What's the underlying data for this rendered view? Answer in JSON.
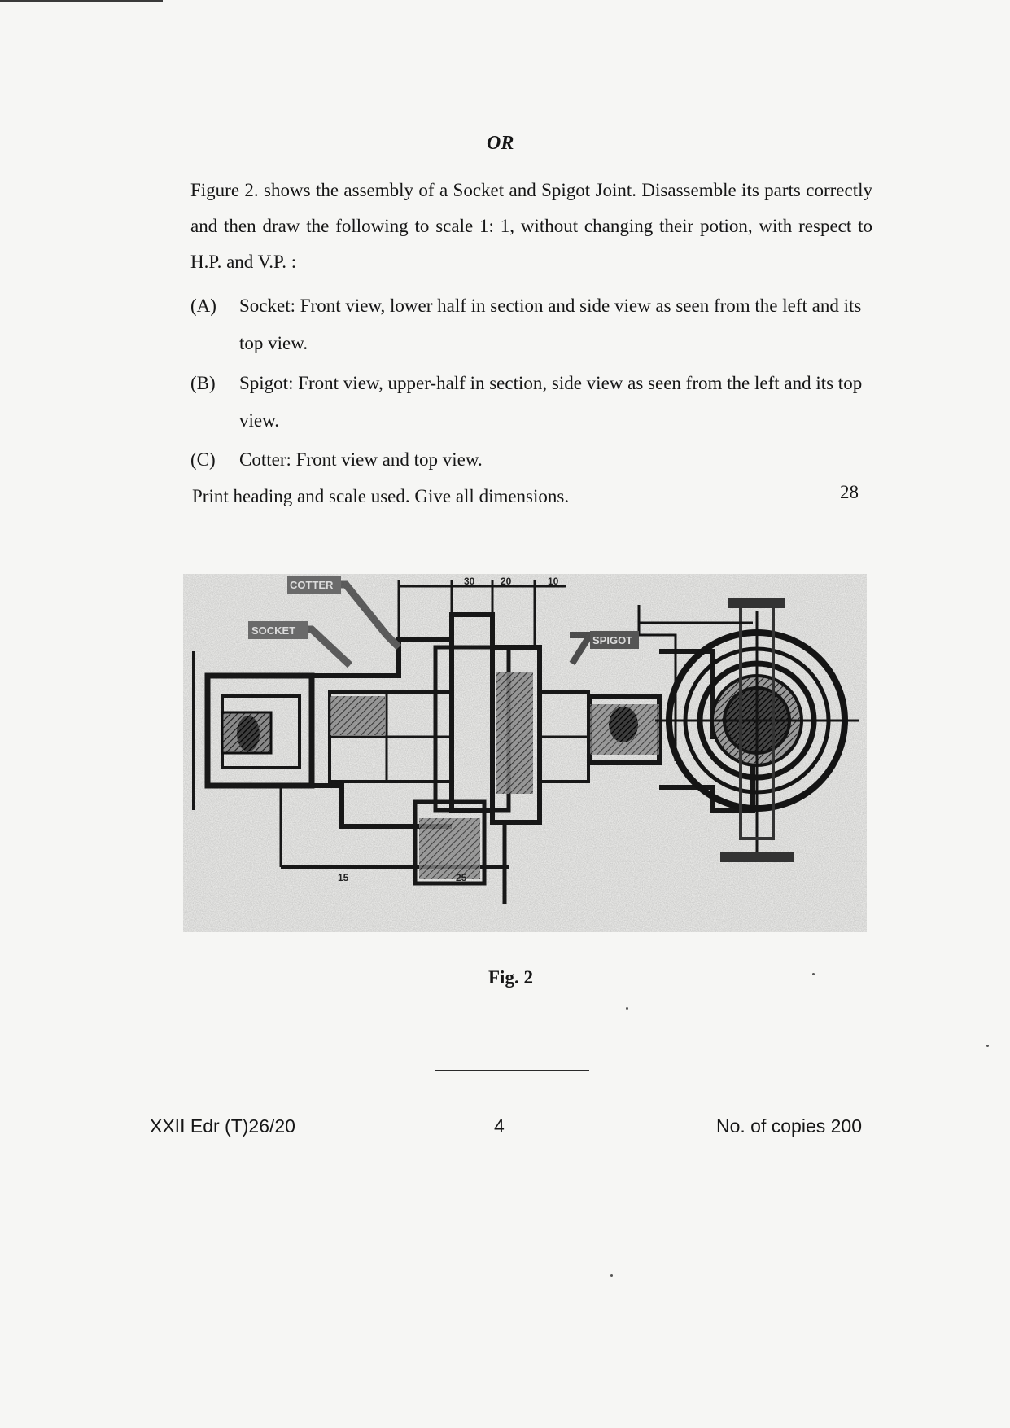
{
  "heading": "OR",
  "question": {
    "intro": "Figure 2. shows the assembly of a Socket and Spigot Joint. Disassemble its parts correctly and then draw the following to scale 1: 1, without changing their potion, with respect to H.P. and V.P. :",
    "items": [
      {
        "tag": "(A)",
        "text": "Socket: Front view, lower half in section and side view as seen from the left and its top view."
      },
      {
        "tag": "(B)",
        "text": "Spigot: Front view, upper-half in section, side view as seen from the left and its top view."
      },
      {
        "tag": "(C)",
        "text": "Cotter: Front view and top view."
      }
    ],
    "instruction": "Print heading and scale used. Give all dimensions.",
    "marks": "28"
  },
  "figure": {
    "caption": "Fig. 2",
    "labels": {
      "cotter": "COTTER",
      "socket": "SOCKET",
      "spigot": "SPIGOT"
    },
    "dimensions": {
      "top_a": "30",
      "top_b": "20",
      "top_c": "10",
      "bottom_a": "15",
      "bottom_b": "25"
    }
  },
  "footer": {
    "code": "XXII Edr (T)26/20",
    "page": "4",
    "copies": "No. of copies 200"
  }
}
